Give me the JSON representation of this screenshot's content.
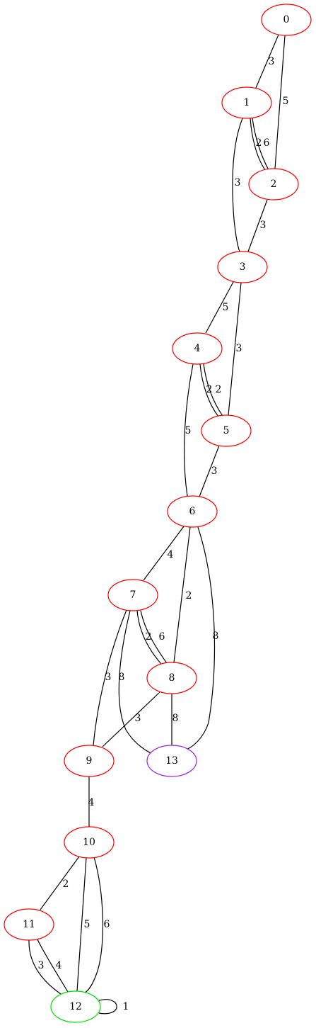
{
  "graph": {
    "nodes": [
      {
        "id": "0",
        "label": "0",
        "color": "#ff0000"
      },
      {
        "id": "1",
        "label": "1",
        "color": "#ff0000"
      },
      {
        "id": "2",
        "label": "2",
        "color": "#ff0000"
      },
      {
        "id": "3",
        "label": "3",
        "color": "#ff0000"
      },
      {
        "id": "4",
        "label": "4",
        "color": "#ff0000"
      },
      {
        "id": "5",
        "label": "5",
        "color": "#ff0000"
      },
      {
        "id": "6",
        "label": "6",
        "color": "#ff0000"
      },
      {
        "id": "7",
        "label": "7",
        "color": "#ff0000"
      },
      {
        "id": "8",
        "label": "8",
        "color": "#ff0000"
      },
      {
        "id": "9",
        "label": "9",
        "color": "#ff0000"
      },
      {
        "id": "10",
        "label": "10",
        "color": "#ff0000"
      },
      {
        "id": "11",
        "label": "11",
        "color": "#ff0000"
      },
      {
        "id": "12",
        "label": "12",
        "color": "#00dd00"
      },
      {
        "id": "13",
        "label": "13",
        "color": "#a020f0"
      }
    ],
    "edges": [
      {
        "id": "e0-1",
        "source": "0",
        "target": "1",
        "weight": "3"
      },
      {
        "id": "e0-2",
        "source": "0",
        "target": "2",
        "weight": "5"
      },
      {
        "id": "e1-2a",
        "source": "1",
        "target": "2",
        "weight": "2"
      },
      {
        "id": "e1-2b",
        "source": "1",
        "target": "2",
        "weight": "6"
      },
      {
        "id": "e1-3",
        "source": "1",
        "target": "3",
        "weight": "3"
      },
      {
        "id": "e2-3",
        "source": "2",
        "target": "3",
        "weight": "3"
      },
      {
        "id": "e3-4",
        "source": "3",
        "target": "4",
        "weight": "5"
      },
      {
        "id": "e3-5",
        "source": "3",
        "target": "5",
        "weight": "3"
      },
      {
        "id": "e4-5a",
        "source": "4",
        "target": "5",
        "weight": "2"
      },
      {
        "id": "e4-5b",
        "source": "4",
        "target": "5",
        "weight": "2"
      },
      {
        "id": "e4-6",
        "source": "4",
        "target": "6",
        "weight": "5"
      },
      {
        "id": "e5-6",
        "source": "5",
        "target": "6",
        "weight": "3"
      },
      {
        "id": "e6-7",
        "source": "6",
        "target": "7",
        "weight": "4"
      },
      {
        "id": "e6-8",
        "source": "6",
        "target": "8",
        "weight": "2"
      },
      {
        "id": "e6-13",
        "source": "6",
        "target": "13",
        "weight": "8"
      },
      {
        "id": "e7-8a",
        "source": "7",
        "target": "8",
        "weight": "2"
      },
      {
        "id": "e7-8b",
        "source": "7",
        "target": "8",
        "weight": "6"
      },
      {
        "id": "e7-9",
        "source": "7",
        "target": "9",
        "weight": "3"
      },
      {
        "id": "e7-13",
        "source": "7",
        "target": "13",
        "weight": "8"
      },
      {
        "id": "e8-9",
        "source": "8",
        "target": "9",
        "weight": "3"
      },
      {
        "id": "e8-13",
        "source": "8",
        "target": "13",
        "weight": "8"
      },
      {
        "id": "e9-10",
        "source": "9",
        "target": "10",
        "weight": "4"
      },
      {
        "id": "e10-11",
        "source": "10",
        "target": "11",
        "weight": "2"
      },
      {
        "id": "e10-12a",
        "source": "10",
        "target": "12",
        "weight": "5"
      },
      {
        "id": "e10-12b",
        "source": "10",
        "target": "12",
        "weight": "6"
      },
      {
        "id": "e11-12a",
        "source": "11",
        "target": "12",
        "weight": "3"
      },
      {
        "id": "e11-12b",
        "source": "11",
        "target": "12",
        "weight": "4"
      },
      {
        "id": "e12-12",
        "source": "12",
        "target": "12",
        "weight": "1"
      }
    ]
  }
}
